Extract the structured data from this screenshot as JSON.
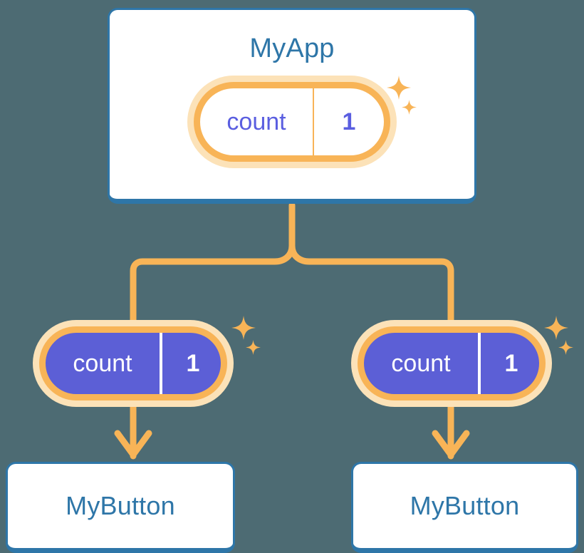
{
  "diagram": {
    "title_node": "MyApp",
    "background_color": "#4d6b73",
    "accent_orange": "#f8b457",
    "accent_orange_soft": "#fce2b8",
    "accent_blue": "#2e76a8",
    "accent_indigo": "#5c5fd6",
    "state_pills": [
      {
        "key": "count",
        "value": "1",
        "style": "outline"
      },
      {
        "key": "count",
        "value": "1",
        "style": "filled"
      },
      {
        "key": "count",
        "value": "1",
        "style": "filled"
      }
    ],
    "leaf_nodes": [
      {
        "label": "MyButton"
      },
      {
        "label": "MyButton"
      }
    ],
    "icons": {
      "sparkle_large": "sparkle-icon",
      "sparkle_small": "sparkle-small-icon",
      "connector": "connector-line",
      "arrow": "arrow-down-icon"
    }
  }
}
